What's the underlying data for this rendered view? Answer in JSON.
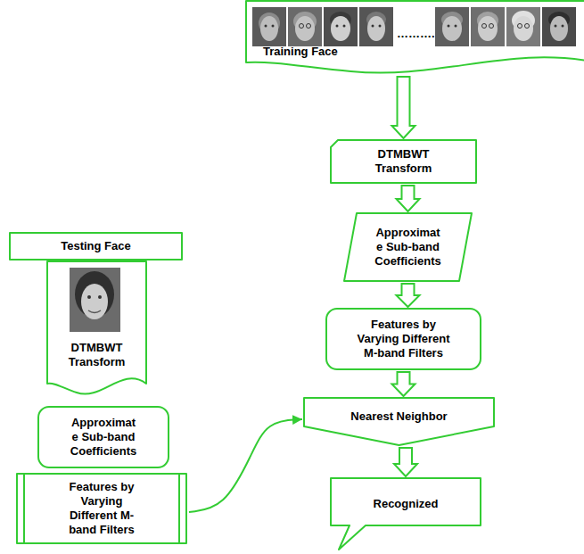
{
  "diagram": {
    "nodes": [
      {
        "text": [
          "Training Face"
        ]
      },
      {
        "text": [
          "DTMBWT Transform"
        ]
      },
      {
        "text": [
          "Approximat e Sub-band Coefficients"
        ]
      },
      {
        "text": [
          "Features by Varying Different M-band Filters"
        ]
      },
      {
        "text": [
          "Testing Face"
        ]
      },
      {
        "text": [
          "DTMBWT Transform"
        ]
      },
      {
        "text": [
          "Approximat e Sub-band Coefficients"
        ]
      },
      {
        "text": [
          "Features by Varying Different M-band Filters"
        ]
      },
      {
        "text": [
          "Nearest Neighbor"
        ]
      },
      {
        "text": [
          "Recognized"
        ]
      }
    ],
    "edges": [
      {
        "from": 0,
        "to": 1,
        "arrow": "to"
      },
      {
        "from": 1,
        "to": 2,
        "arrow": "to"
      },
      {
        "from": 2,
        "to": 3,
        "arrow": "to"
      },
      {
        "from": 3,
        "to": 8,
        "arrow": "to"
      },
      {
        "from": 7,
        "to": 8,
        "arrow": "to"
      },
      {
        "from": 8,
        "to": 9,
        "arrow": "to"
      }
    ],
    "labels": [
      "………."
    ]
  }
}
